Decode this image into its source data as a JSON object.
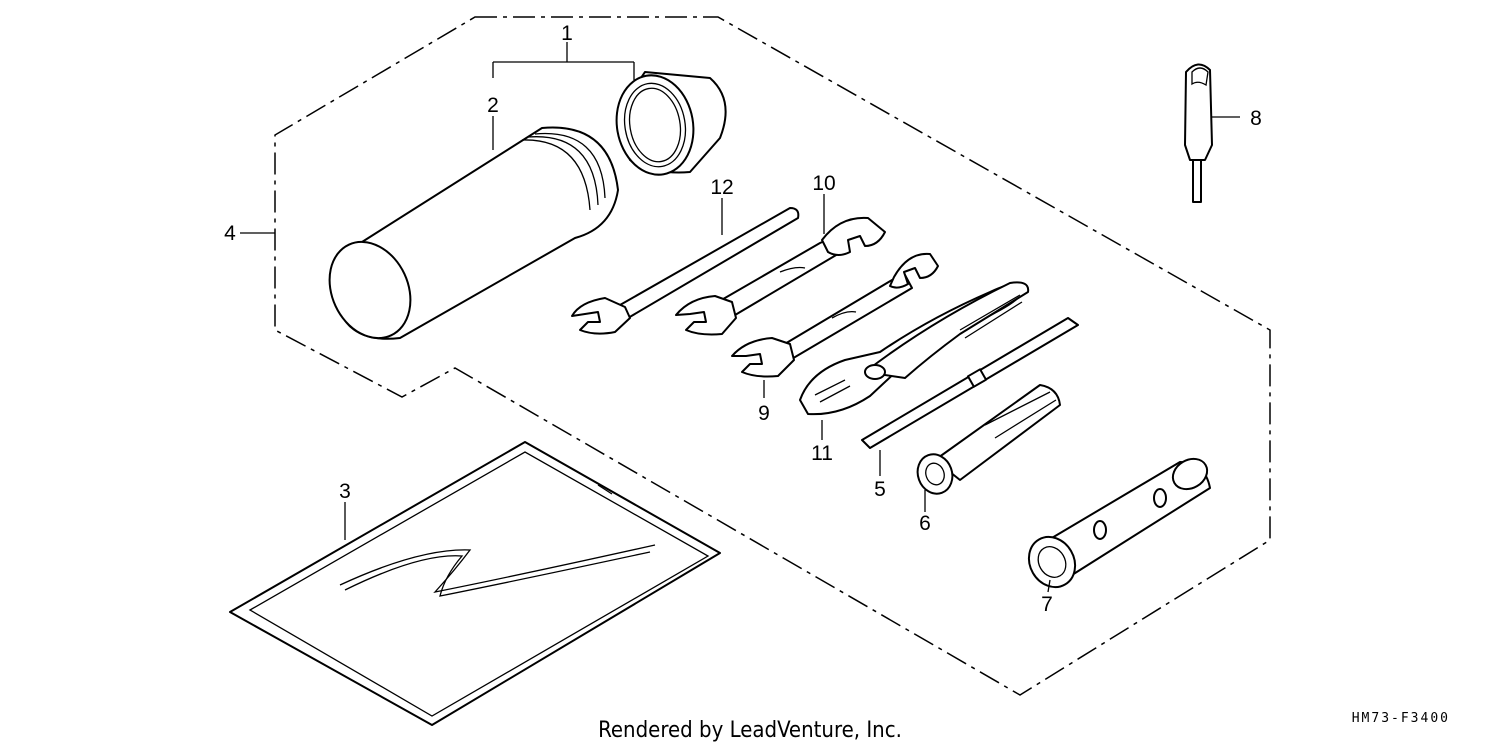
{
  "diagram": {
    "callouts": [
      {
        "id": "c1",
        "label": "1"
      },
      {
        "id": "c2",
        "label": "2"
      },
      {
        "id": "c3",
        "label": "3"
      },
      {
        "id": "c4",
        "label": "4"
      },
      {
        "id": "c5",
        "label": "5"
      },
      {
        "id": "c6",
        "label": "6"
      },
      {
        "id": "c7",
        "label": "7"
      },
      {
        "id": "c8",
        "label": "8"
      },
      {
        "id": "c9",
        "label": "9"
      },
      {
        "id": "c10",
        "label": "10"
      },
      {
        "id": "c11",
        "label": "11"
      },
      {
        "id": "c12",
        "label": "12"
      }
    ],
    "credit": "Rendered by LeadVenture, Inc.",
    "code": "HM73-F3400"
  },
  "icons": [
    "tool-case-icon",
    "case-cap-icon",
    "manual-bag-icon",
    "wrench-icon",
    "pliers-icon",
    "screwdriver-icon",
    "socket-wrench-icon",
    "spark-plug-wrench-icon",
    "screwdriver-handle-icon"
  ]
}
